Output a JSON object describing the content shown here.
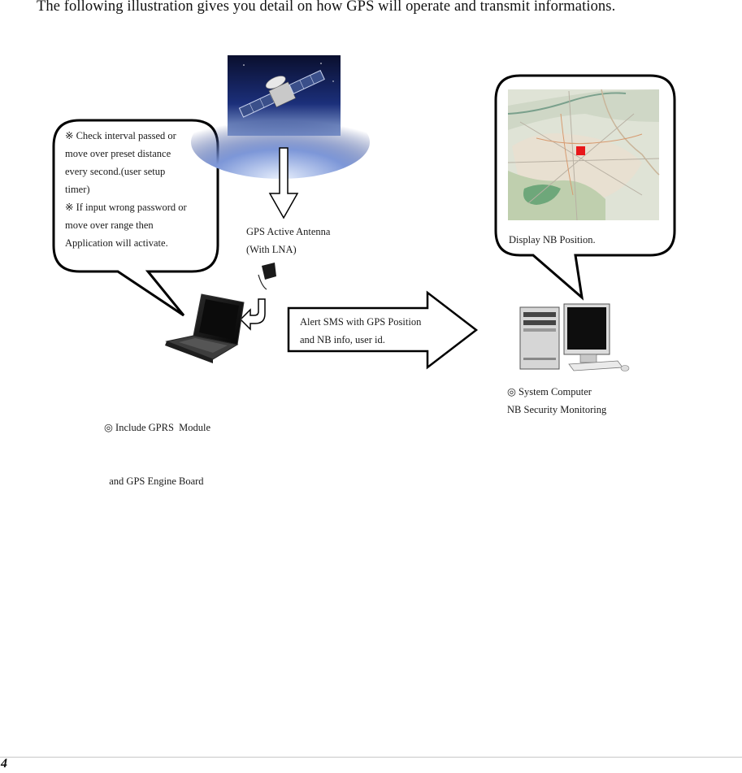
{
  "intro_text": "The following illustration gives you detail on how GPS will operate and transmit informations.",
  "left_bubble": {
    "lines": [
      "※ Check interval passed or",
      "move over preset distance",
      "every second.(user setup",
      "timer)",
      "※ If input wrong password or",
      "move over range then",
      "Application will activate."
    ]
  },
  "antenna": {
    "lines": [
      "GPS Active Antenna",
      "(With LNA)"
    ]
  },
  "laptop_caption": {
    "lines": [
      "◎ Include GPRS  Module",
      "  and GPS Engine Board"
    ]
  },
  "arrow_text": {
    "lines": [
      "Alert SMS with GPS Position",
      "and NB info, user id."
    ]
  },
  "map_bubble": {
    "caption": "Display NB Position.",
    "marker_color": "#e8171a"
  },
  "computer_caption": {
    "lines": [
      "◎ System Computer",
      "NB Security Monitoring"
    ]
  },
  "page_number": "4"
}
